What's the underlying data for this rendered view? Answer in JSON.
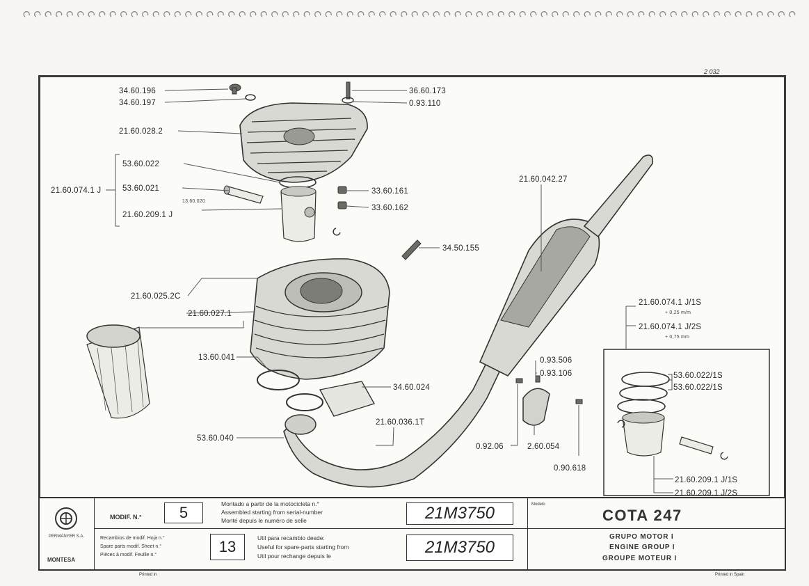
{
  "header": {
    "page_ref": "2  032"
  },
  "part_numbers": {
    "screw": "34.60.196",
    "washer": "34.60.197",
    "stud": "36.60.173",
    "stud_washer": "0.93.110",
    "head": "21.60.028.2",
    "ring": "53.60.022",
    "group": "21.60.074.1 J",
    "pin": "53.60.021",
    "piston": "21.60.209.1 J",
    "clip": "13.60.020",
    "nut1": "33.60.161",
    "nut2": "33.60.162",
    "stud2": "34.50.155",
    "cylinder": "21.60.025.2C",
    "cylinder2": "21.60.027.1",
    "gasket": "13.60.041",
    "flange": "34.60.024",
    "exhaust_pipe": "21.60.036.1T",
    "spring_ring": "53.60.040",
    "silencer": "21.60.042.27",
    "clamp_screw": "0.93.506",
    "clamp_washer": "0.93.106",
    "clamp_bolt": "0.92.06",
    "clamp": "2.60.054",
    "clamp_nut": "0.90.618",
    "over1": "21.60.074.1 J/1S",
    "over1_note": "+ 0,25 m/m",
    "over2": "21.60.074.1 J/2S",
    "over2_note": "+ 0,75 mm",
    "ring_o1": "53.60.022/1S",
    "ring_o2": "53.60.022/1S",
    "piston_o1": "21.60.209.1 J/1S",
    "piston_o2": "21.60.209.1 J/2S"
  },
  "title_block": {
    "company": "MONTESA",
    "company_small": "PERMANYER S.A.",
    "modif_label": "MODIF. N.°",
    "modif_value": "5",
    "mounted_es": "Montado a partir de la motocicleta n.°",
    "mounted_en": "Assembled starting from serial-number",
    "mounted_fr": "Monté depuis le numéro de selle",
    "serial1": "21M3750",
    "useful_es": "Util para recambio desde:",
    "useful_en": "Useful for spare-parts starting from",
    "useful_fr": "Util pour rechange depuis le",
    "serial2": "21M3750",
    "sheet_value": "13",
    "sheet_l1": "Recambios de modif.  Hoja n.°",
    "sheet_l2": "Spare parts modif.  Sheet n.°",
    "sheet_l3": "Pièces à modif.  Feuille n.°",
    "model_label": "Modelo",
    "model": "COTA 247",
    "group_es": "GRUPO MOTOR I",
    "group_en": "ENGINE GROUP I",
    "group_fr": "GROUPE MOTEUR I",
    "footer_left": "Printed in",
    "footer_right": "Printed in Spain"
  },
  "colors": {
    "ink": "#333333",
    "paper": "#fbfbf8",
    "part_fill": "#d9d9d4"
  }
}
